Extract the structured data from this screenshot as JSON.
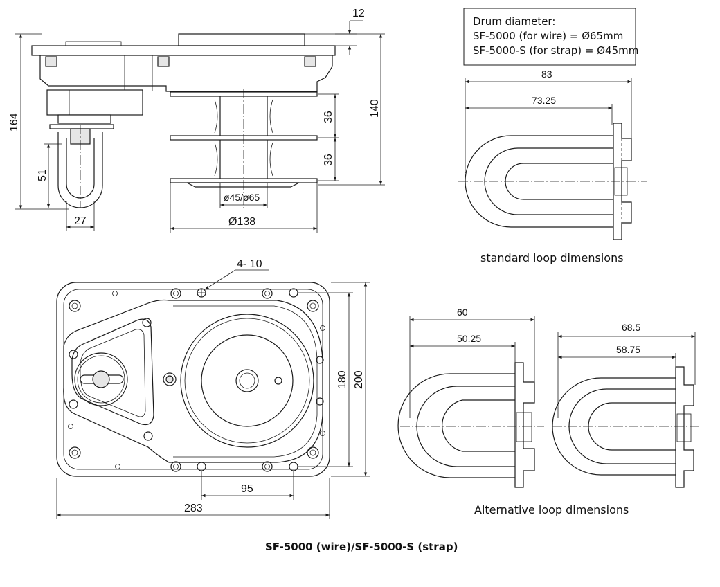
{
  "note": {
    "heading": "Drum diameter:",
    "line1": "SF-5000 (for wire) = Ø65mm",
    "line2": "SF-5000-S (for strap) = Ø45mm"
  },
  "side_view": {
    "dim_top": "12",
    "dim_height": "164",
    "dim_140": "140",
    "dim_36a": "36",
    "dim_36b": "36",
    "dim_51": "51",
    "dim_27": "27",
    "dim_drum": "ø45/ø65",
    "dim_diameter": "Ø138"
  },
  "top_view": {
    "dim_holes": "4- 10",
    "dim_180": "180",
    "dim_200": "200",
    "dim_95": "95",
    "dim_283": "283"
  },
  "standard_loop": {
    "dim_outer": "83",
    "dim_inner": "73.25",
    "caption": "standard loop dimensions"
  },
  "alternative_loops": {
    "left_outer": "60",
    "left_inner": "50.25",
    "right_outer": "68.5",
    "right_inner": "58.75",
    "caption": "Alternative loop dimensions"
  },
  "title": "SF-5000 (wire)/SF-5000-S (strap)",
  "colors": {
    "line": "#1a1a1a",
    "fill": "#e6e6e6",
    "background": "#ffffff"
  }
}
